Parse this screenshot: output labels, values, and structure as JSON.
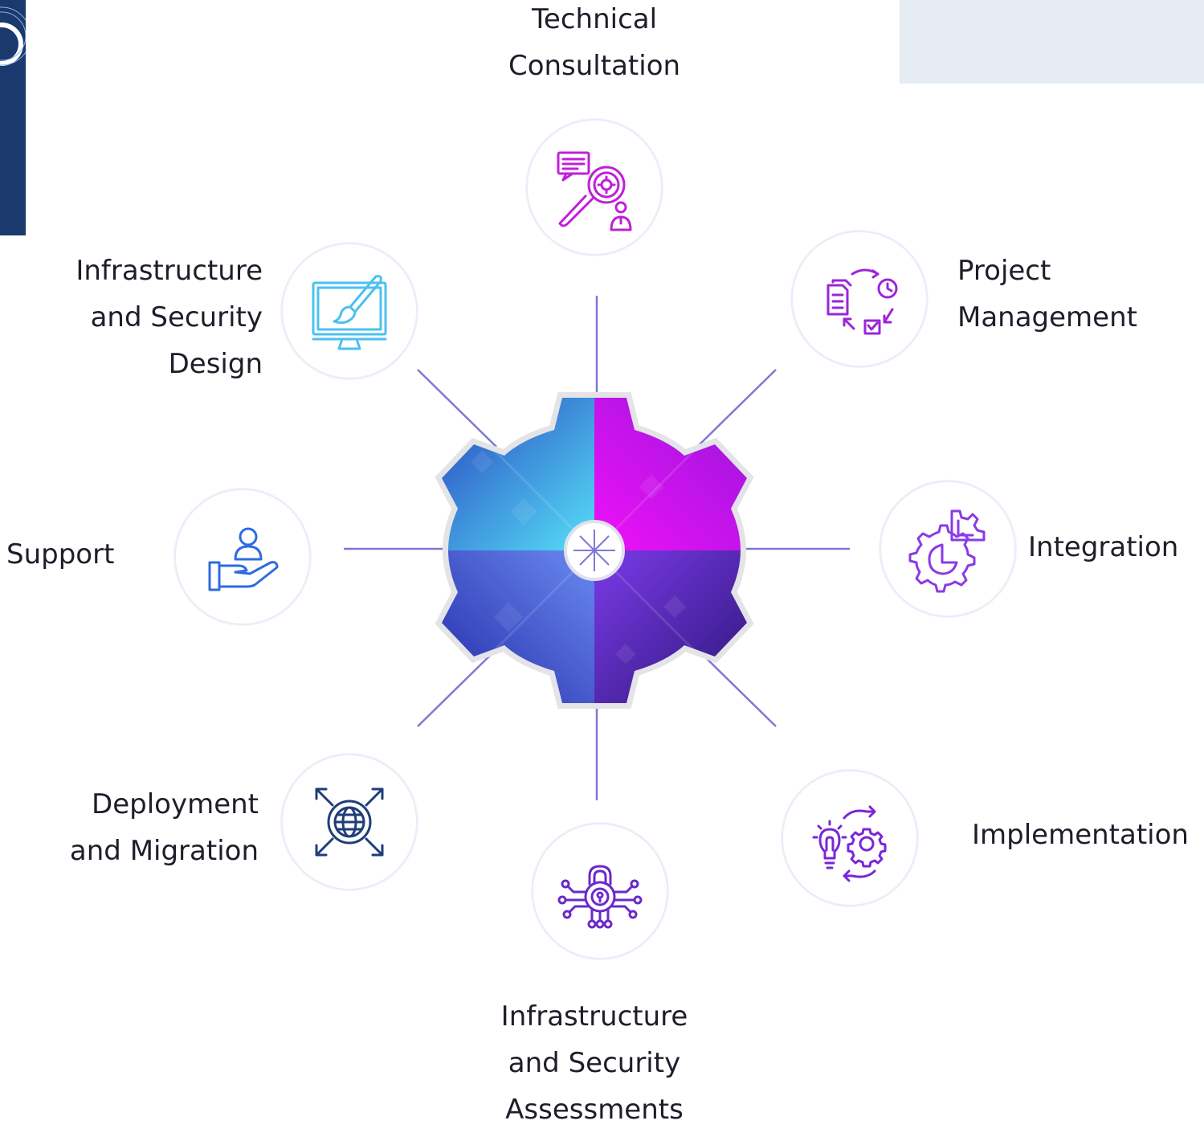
{
  "colors": {
    "accent_purple": "#8a2be2",
    "accent_magenta": "#c020d8",
    "accent_blue": "#2f6be0",
    "accent_cyan": "#4cc0ee",
    "navy": "#1f3d7a",
    "spoke": "#8077d6"
  },
  "nodes": {
    "technical_consultation": {
      "label": "Technical\nConsultation",
      "icon": "consultation-magnifier-icon"
    },
    "project_management": {
      "label": "Project\nManagement",
      "icon": "project-cycle-icon"
    },
    "integration": {
      "label": "Integration",
      "icon": "gear-puzzle-icon"
    },
    "implementation": {
      "label": "Implementation",
      "icon": "lightbulb-gear-icon"
    },
    "assessments": {
      "label": "Infrastructure\nand Security\nAssessments",
      "icon": "circuit-lock-icon"
    },
    "deployment": {
      "label": "Deployment\nand Migration",
      "icon": "globe-arrows-icon"
    },
    "support": {
      "label": "Support",
      "icon": "hand-person-icon"
    },
    "design": {
      "label": "Infrastructure\nand Security\nDesign",
      "icon": "monitor-brush-icon"
    }
  }
}
